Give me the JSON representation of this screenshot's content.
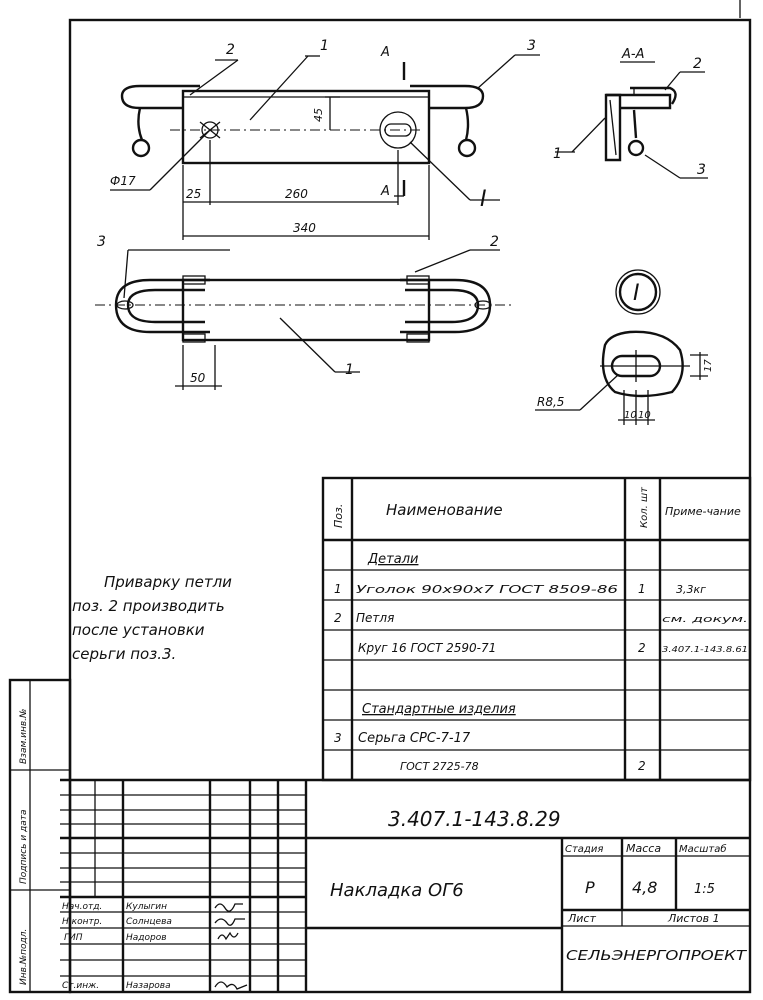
{
  "drawing": {
    "part_labels": [
      "1",
      "2",
      "3"
    ],
    "section_mark": "А",
    "section_title": "А-А",
    "detail_mark": "I",
    "dims": {
      "hole_dia": "Ф17",
      "left_offset": "25",
      "hole_spacing": "260",
      "total_length": "340",
      "height": "45",
      "loop_len": "50",
      "radius": "R8,5",
      "slot_h": "17",
      "slot_w1": "10",
      "slot_w2": "10"
    }
  },
  "note": {
    "lines": [
      "Приварку петли",
      "поз. 2 производить",
      "после установки",
      "серьги поз.3."
    ]
  },
  "spec": {
    "headers": {
      "pos": "Поз.",
      "name": "Наименование",
      "qty": "Кол. шт",
      "note": "Приме-чание"
    },
    "rows": [
      {
        "pos": "",
        "name": "Детали",
        "qty": "",
        "note": ""
      },
      {
        "pos": "1",
        "name": "Уголок 90x90x7 ГОСТ 8509-86",
        "qty": "1",
        "note": "3,3кг"
      },
      {
        "pos": "2",
        "name": "Петля",
        "qty": "",
        "note": "см. докум."
      },
      {
        "pos": "",
        "name": "Круг 16 ГОСТ 2590-71",
        "qty": "2",
        "note": "3.407.1-143.8.61"
      },
      {
        "pos": "",
        "name": "",
        "qty": "",
        "note": ""
      },
      {
        "pos": "",
        "name": "Стандартные изделия",
        "qty": "",
        "note": ""
      },
      {
        "pos": "3",
        "name": "Серьга СРС-7-17",
        "qty": "",
        "note": ""
      },
      {
        "pos": "",
        "name": "ГОСТ 2725-78",
        "qty": "2",
        "note": ""
      }
    ]
  },
  "title_block": {
    "doc_code": "3.407.1-143.8.29",
    "title": "Накладка ОГ6",
    "stage_label": "Стадия",
    "mass_label": "Масса",
    "scale_label": "Масштаб",
    "stage": "Р",
    "mass": "4,8",
    "scale": "1:5",
    "sheet_label": "Лист",
    "sheets_label": "Листов 1",
    "company": "СЕЛЬЭНЕРГОПРОЕКТ",
    "signers": [
      {
        "role": "Нач.отд.",
        "name": "Кулыгин"
      },
      {
        "role": "Н.контр.",
        "name": "Солнцева"
      },
      {
        "role": "ГИП",
        "name": "Надоров"
      },
      {
        "role": "Ст.инж.",
        "name": "Назарова"
      }
    ]
  },
  "side_stamp": {
    "labels": [
      "Инв.№подл.",
      "Подпись и дата",
      "Взам.инв.№"
    ]
  }
}
